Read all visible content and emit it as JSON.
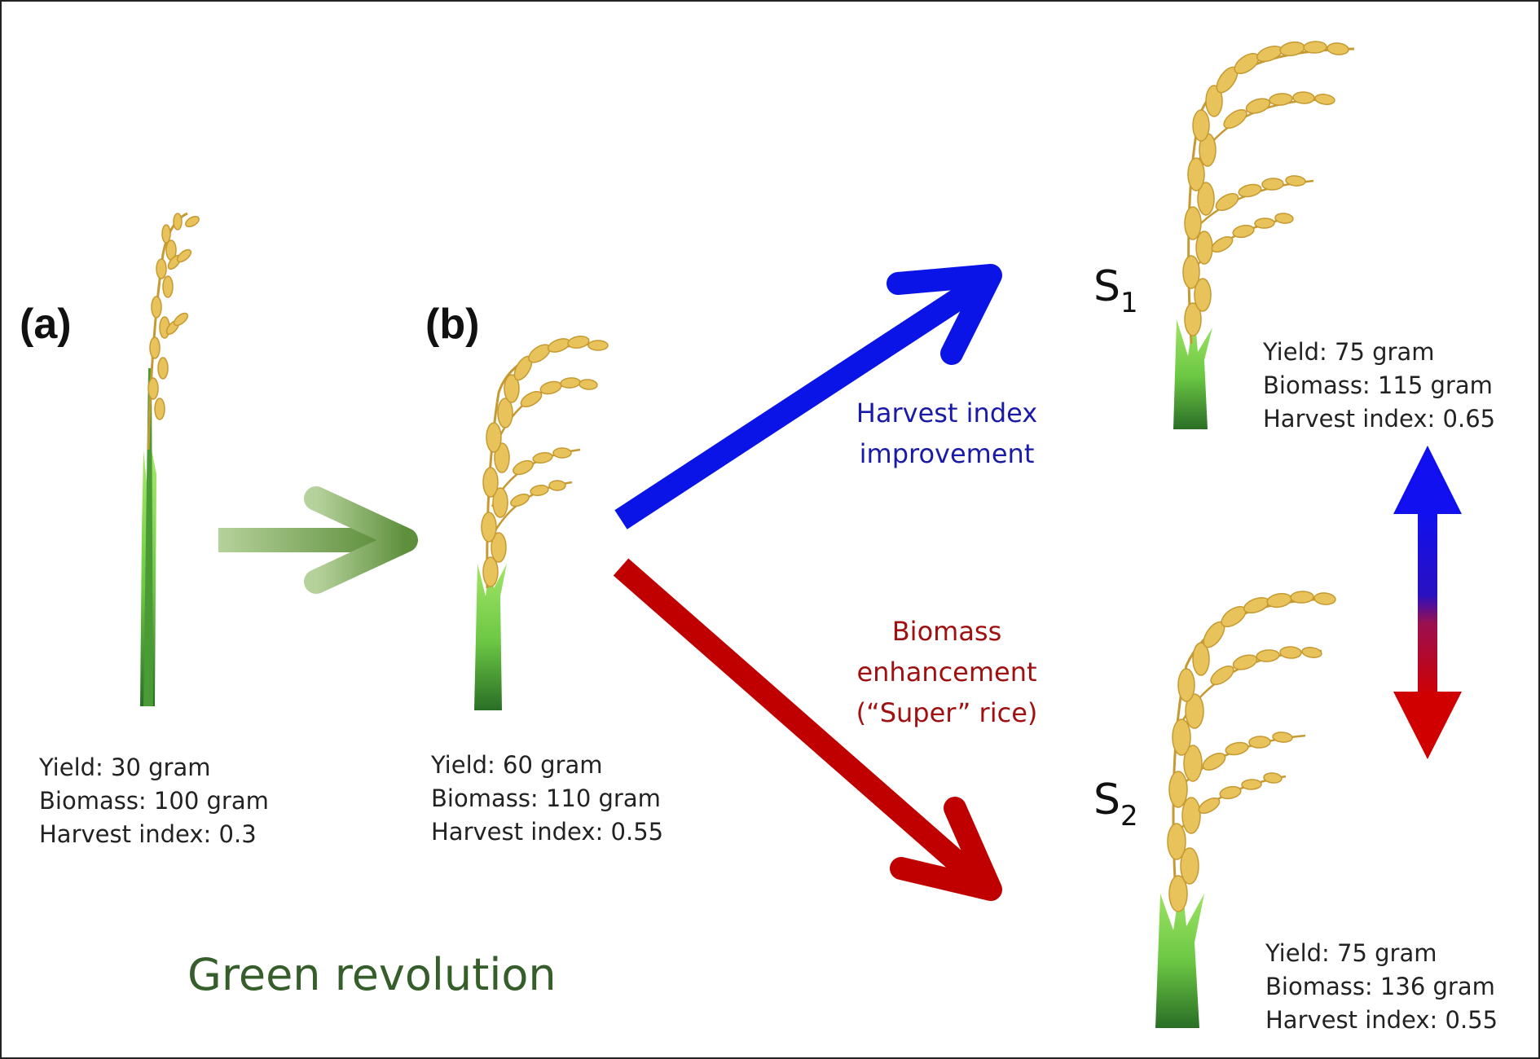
{
  "panels": {
    "a": {
      "label": "(a)",
      "yield": "Yield: 30 gram",
      "biomass": "Biomass: 100 gram",
      "harvest_index": "Harvest index: 0.3"
    },
    "b": {
      "label": "(b)",
      "yield": "Yield: 60 gram",
      "biomass": "Biomass: 110 gram",
      "harvest_index": "Harvest index: 0.55"
    },
    "s1": {
      "label_main": "S",
      "label_sub": "1",
      "yield": "Yield: 75 gram",
      "biomass": "Biomass: 115 gram",
      "harvest_index": "Harvest index: 0.65"
    },
    "s2": {
      "label_main": "S",
      "label_sub": "2",
      "yield": "Yield: 75 gram",
      "biomass": "Biomass: 136 gram",
      "harvest_index": "Harvest index: 0.55"
    }
  },
  "pathways": {
    "harvest_index": {
      "line1": "Harvest index",
      "line2": "improvement"
    },
    "biomass": {
      "line1": "Biomass",
      "line2": "enhancement",
      "line3": "(“Super” rice)"
    }
  },
  "footer": {
    "green_revolution": "Green revolution"
  },
  "colors": {
    "blue": "#0a14e6",
    "red": "#c00000",
    "blue_text": "#1a1aa8",
    "red_text": "#a01010",
    "green_text": "#355e2a",
    "green_arrow": "#7fa860",
    "stem_light": "#8fdc5a",
    "stem_dark": "#2e7a2a",
    "grain": "#e8c25a",
    "grain_edge": "#c69a32"
  },
  "icons": {
    "plant": "rice-plant-icon",
    "arrow": "arrow-icon"
  }
}
